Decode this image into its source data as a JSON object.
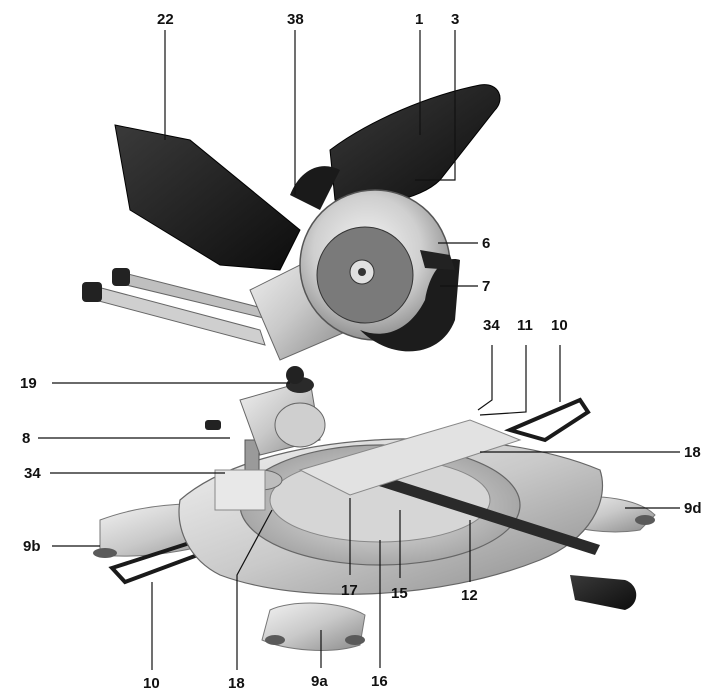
{
  "figure": {
    "callouts": [
      {
        "id": "c22",
        "text": "22"
      },
      {
        "id": "c38",
        "text": "38"
      },
      {
        "id": "c1",
        "text": "1"
      },
      {
        "id": "c3",
        "text": "3"
      },
      {
        "id": "c6",
        "text": "6"
      },
      {
        "id": "c7",
        "text": "7"
      },
      {
        "id": "c34a",
        "text": "34"
      },
      {
        "id": "c11",
        "text": "11"
      },
      {
        "id": "c10a",
        "text": "10"
      },
      {
        "id": "c19",
        "text": "19"
      },
      {
        "id": "c8",
        "text": "8"
      },
      {
        "id": "c18a",
        "text": "18"
      },
      {
        "id": "c34b",
        "text": "34"
      },
      {
        "id": "c9d",
        "text": "9d"
      },
      {
        "id": "c9b",
        "text": "9b"
      },
      {
        "id": "c17",
        "text": "17"
      },
      {
        "id": "c15",
        "text": "15"
      },
      {
        "id": "c12",
        "text": "12"
      },
      {
        "id": "c10b",
        "text": "10"
      },
      {
        "id": "c18b",
        "text": "18"
      },
      {
        "id": "c9a",
        "text": "9a"
      },
      {
        "id": "c16",
        "text": "16"
      }
    ],
    "colors": {
      "background": "#ffffff",
      "ink": "#111111",
      "dark_part": "#1f1f1f",
      "metal_light": "#d9d9d9",
      "metal_mid": "#a8a8a8",
      "metal_dark": "#6e6e6e"
    }
  }
}
